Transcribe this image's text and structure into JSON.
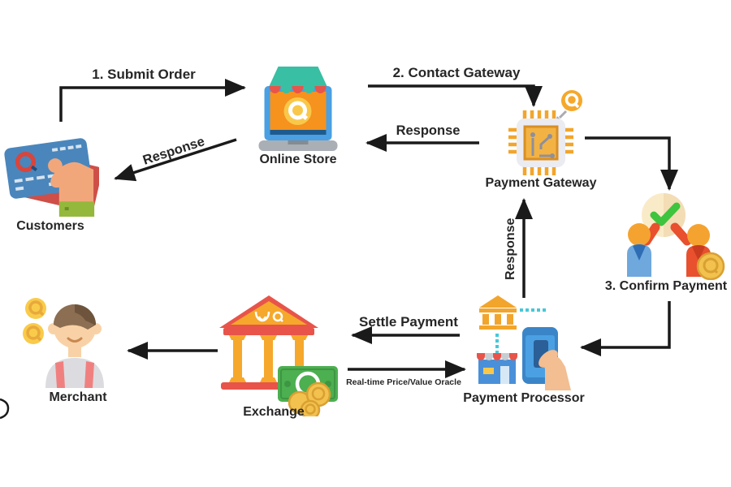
{
  "nodes": {
    "customers": {
      "label": "Customers"
    },
    "online_store": {
      "label": "Online Store"
    },
    "payment_gateway": {
      "label": "Payment Gateway"
    },
    "confirm_payment": {
      "label": "3. Confirm Payment"
    },
    "payment_processor": {
      "label": "Payment Processor"
    },
    "exchange": {
      "label": "Exchange"
    },
    "merchant": {
      "label": "Merchant"
    }
  },
  "edges": {
    "submit_order": {
      "label": "1. Submit Order",
      "from": "customers",
      "to": "online_store"
    },
    "contact_gateway": {
      "label": "2. Contact Gateway",
      "from": "online_store",
      "to": "payment_gateway"
    },
    "gateway_response": {
      "label": "Response",
      "from": "payment_gateway",
      "to": "online_store"
    },
    "store_response": {
      "label": "Response",
      "from": "online_store",
      "to": "customers"
    },
    "gateway_to_confirm": {
      "label": "",
      "from": "payment_gateway",
      "to": "confirm_payment"
    },
    "confirm_to_processor": {
      "label": "",
      "from": "confirm_payment",
      "to": "payment_processor"
    },
    "processor_response": {
      "label": "Response",
      "from": "payment_processor",
      "to": "payment_gateway"
    },
    "settle_payment": {
      "label": "Settle Payment",
      "from": "payment_processor",
      "to": "exchange"
    },
    "price_oracle": {
      "label": "Real-time Price/Value Oracle",
      "from": "exchange",
      "to": "payment_processor"
    },
    "exchange_to_merchant": {
      "label": "",
      "from": "exchange",
      "to": "merchant"
    }
  },
  "palette": {
    "arrow": "#1A1A1A",
    "text": "#262626",
    "brand_orange": "#F5A82B",
    "red": "#E8544A",
    "blue": "#4AA0E2",
    "teal_awning": "#39BFA4",
    "cyan_dots": "#45C8D8",
    "money_green": "#4CAF50",
    "coin_gold": "#F2C14E",
    "skin": "#F2A77B",
    "cuff_green": "#93B83C",
    "background": "#FFFFFF"
  }
}
